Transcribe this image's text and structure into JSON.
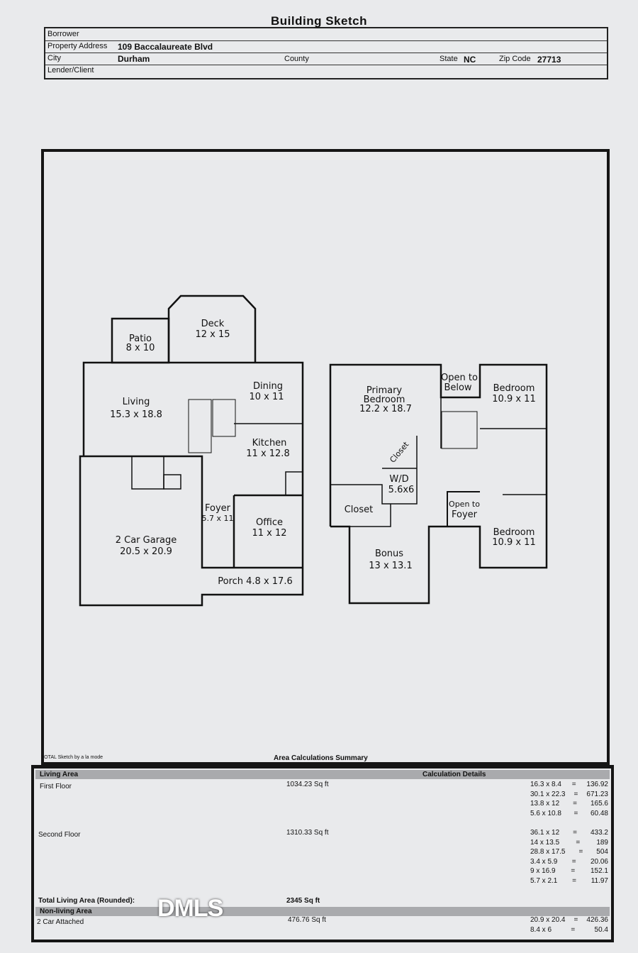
{
  "title": "Building Sketch",
  "header": {
    "borrower_label": "Borrower",
    "address_label": "Property Address",
    "address": "109 Baccalaureate Blvd",
    "city_label": "City",
    "city": "Durham",
    "county_label": "County",
    "state_label": "State",
    "state": "NC",
    "zip_label": "Zip Code",
    "zip": "27713",
    "lender_label": "Lender/Client"
  },
  "rooms": {
    "patio": {
      "name": "Patio",
      "dims": "8 x 10"
    },
    "deck": {
      "name": "Deck",
      "dims": "12 x 15"
    },
    "living": {
      "name": "Living",
      "dims": "15.3 x 18.8"
    },
    "dining": {
      "name": "Dining",
      "dims": "10 x 11"
    },
    "kitchen": {
      "name": "Kitchen",
      "dims": "11 x 12.8"
    },
    "foyer": {
      "name": "Foyer",
      "dims": "5.7 x 11"
    },
    "office": {
      "name": "Office",
      "dims": "11 x 12"
    },
    "garage": {
      "name": "2 Car Garage",
      "dims": "20.5 x 20.9"
    },
    "porch": {
      "name": "Porch 4.8 x 17.6"
    },
    "primary": {
      "name1": "Primary",
      "name2": "Bedroom",
      "dims": "12.2 x 18.7"
    },
    "open_below": {
      "line1": "Open to",
      "line2": "Below"
    },
    "bedroom1": {
      "name": "Bedroom",
      "dims": "10.9 x 11"
    },
    "closet_diag": "Closet",
    "wd": {
      "name": "W/D",
      "dims": "5.6x6"
    },
    "closet": "Closet",
    "open_foyer": {
      "line1": "Open to",
      "line2": "Foyer"
    },
    "bedroom2": {
      "name": "Bedroom",
      "dims": "10.9 x 11"
    },
    "bonus": {
      "name": "Bonus",
      "dims": "13 x 13.1"
    }
  },
  "summary": {
    "software": "TOTAL Sketch by a la mode",
    "title": "Area Calculations Summary",
    "living_area_label": "Living Area",
    "calc_details_label": "Calculation Details",
    "first_floor": {
      "label": "First Floor",
      "area": "1034.23 Sq ft",
      "calcs": [
        [
          "16.3 x 8.4",
          "=",
          "136.92"
        ],
        [
          "30.1 x 22.3",
          "=",
          "671.23"
        ],
        [
          "13.8 x 12",
          "=",
          "165.6"
        ],
        [
          "5.6 x 10.8",
          "=",
          "60.48"
        ]
      ]
    },
    "second_floor": {
      "label": "Second Floor",
      "area": "1310.33 Sq ft",
      "calcs": [
        [
          "36.1 x 12",
          "=",
          "433.2"
        ],
        [
          "14 x 13.5",
          "=",
          "189"
        ],
        [
          "28.8 x 17.5",
          "=",
          "504"
        ],
        [
          "3.4 x 5.9",
          "=",
          "20.06"
        ],
        [
          "9 x 16.9",
          "=",
          "152.1"
        ],
        [
          "5.7 x 2.1",
          "=",
          "11.97"
        ]
      ]
    },
    "total_label": "Total Living Area (Rounded):",
    "total": "2345 Sq ft",
    "non_living_label": "Non-living Area",
    "garage": {
      "label": "2 Car Attached",
      "area": "476.76 Sq ft",
      "calcs": [
        [
          "20.9 x 20.4",
          "=",
          "426.36"
        ],
        [
          "8.4 x 6",
          "=",
          "50.4"
        ]
      ]
    }
  },
  "watermark": "DMLS"
}
